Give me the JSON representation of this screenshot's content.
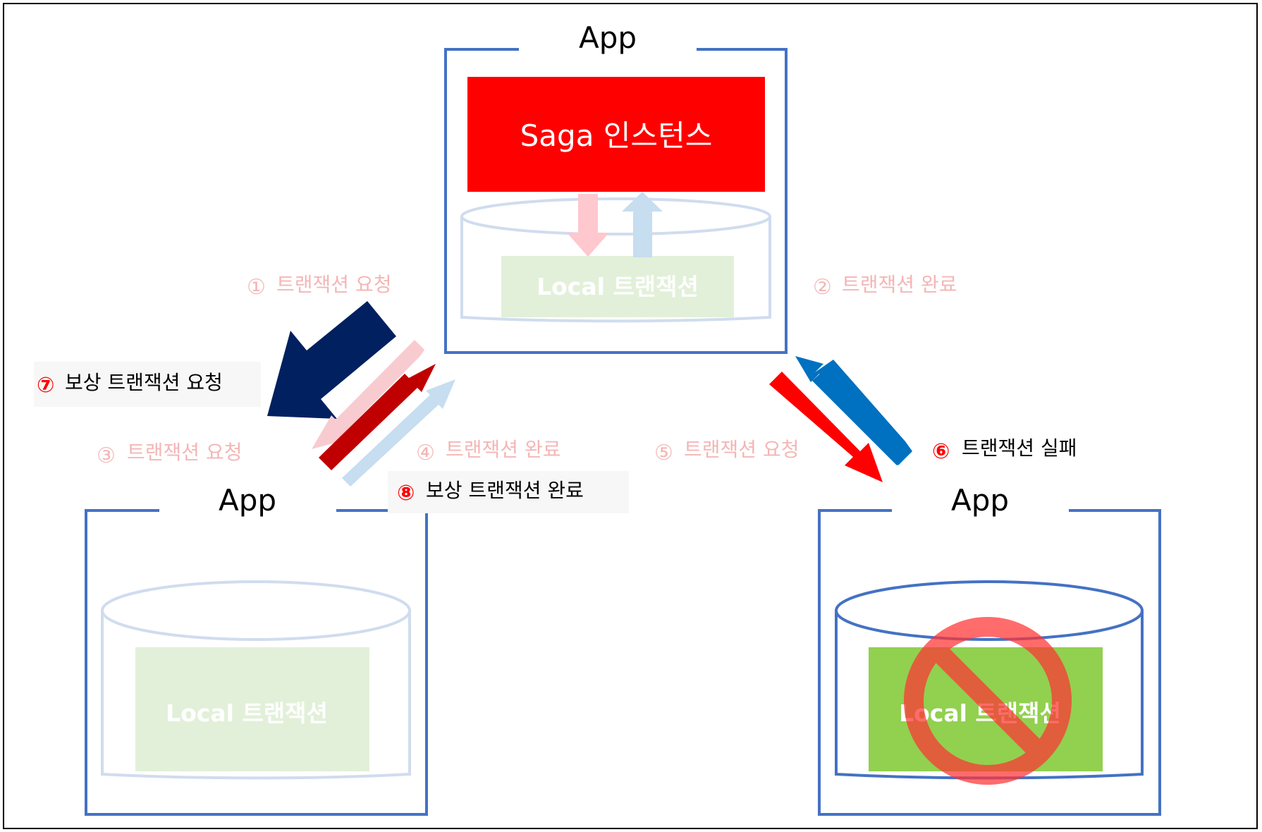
{
  "apps": {
    "top": {
      "title": "App",
      "saga_label": "Saga 인스턴스",
      "local_label": "Local 트랜잭션"
    },
    "left": {
      "title": "App",
      "local_label": "Local 트랜잭션"
    },
    "right": {
      "title": "App",
      "local_label": "Local 트랜잭션"
    }
  },
  "steps": [
    {
      "num": "①",
      "text": "트랜잭션 요청"
    },
    {
      "num": "②",
      "text": "트랜잭션 완료"
    },
    {
      "num": "③",
      "text": "트랜잭션 요청"
    },
    {
      "num": "④",
      "text": "트랜잭션 완료"
    },
    {
      "num": "⑤",
      "text": "트랜잭션 요청"
    },
    {
      "num": "⑥",
      "text": "트랜잭션 실패"
    },
    {
      "num": "⑦",
      "text": "보상 트랜잭션 요청"
    },
    {
      "num": "⑧",
      "text": "보상 트랜잭션 완료"
    }
  ],
  "colors": {
    "box_border": "#4472c4",
    "faded_border": "#d0dcef",
    "saga_fill": "#ff0000",
    "local_fill_faded": "#e2f0d9",
    "local_fill_active": "#92d050",
    "faded_text": "#f4b6b6",
    "no_symbol": "#ff4040",
    "navy": "#002060",
    "dark_red": "#c00000",
    "blue": "#0070c0"
  }
}
